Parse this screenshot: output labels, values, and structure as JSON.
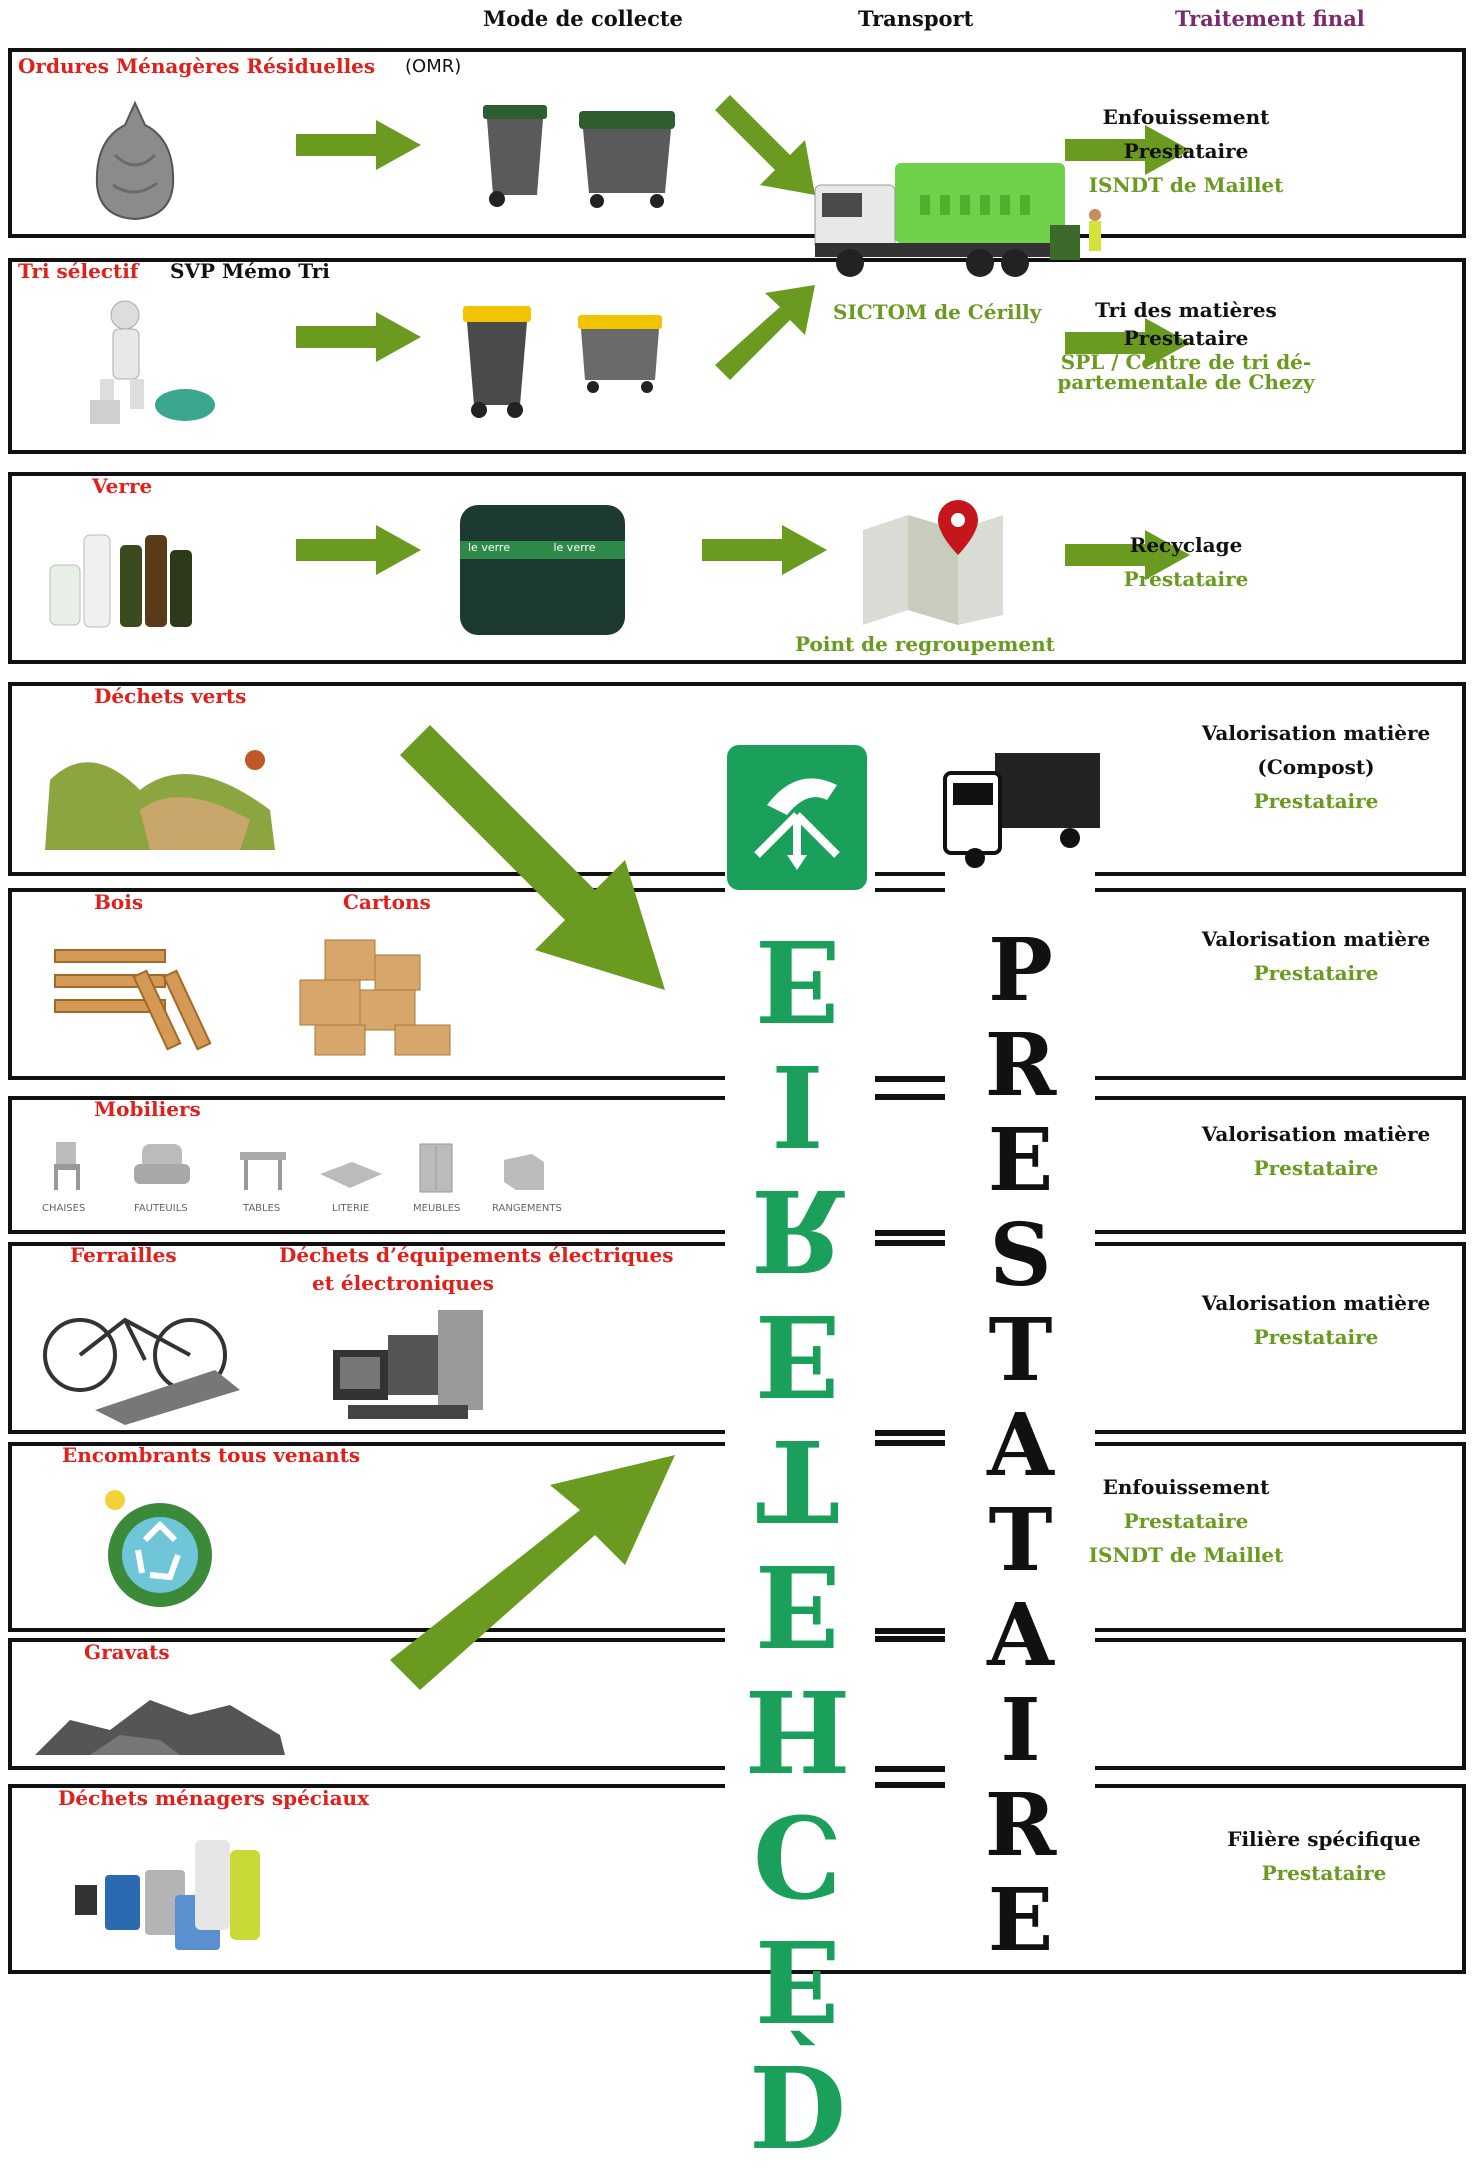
{
  "headers": {
    "collecte": "Mode de collecte",
    "transport": "Transport",
    "traitement": "Traitement final"
  },
  "omr": {
    "label": "Ordures Ménagères Résiduelles",
    "abbr": "(OMR)",
    "dest": [
      "Enfouissement",
      "Prestataire",
      "ISNDT de Maillet"
    ]
  },
  "tri": {
    "label": "Tri sélectif",
    "sub": "SVP Mémo Tri",
    "truck_label": "SICTOM de Cérilly",
    "dest": [
      "Tri des matières",
      "Prestataire",
      "SPL / Centre de tri dé-",
      "partementale de Chezy"
    ]
  },
  "verre": {
    "label": "Verre",
    "container_text": [
      "le verre",
      "le verre"
    ],
    "point": "Point de regroupement",
    "dest": [
      "Recyclage",
      "Prestataire"
    ]
  },
  "verts": {
    "label": "Déchets verts",
    "dest": [
      "Valorisation matière",
      "(Compost)",
      "Prestataire"
    ]
  },
  "bois": {
    "label": "Bois",
    "label2": "Cartons",
    "dest": [
      "Valorisation matière",
      "Prestataire"
    ]
  },
  "mobiliers": {
    "label": "Mobiliers",
    "items": [
      "CHAISES",
      "FAUTEUILS",
      "TABLES",
      "LITERIE",
      "MEUBLES",
      "RANGEMENTS"
    ],
    "dest": [
      "Valorisation matière",
      "Prestataire"
    ]
  },
  "ferrailles": {
    "label": "Ferrailles",
    "label2a": "Déchets d’équipements électriques",
    "label2b": "et électroniques",
    "dest": [
      "Valorisation matière",
      "Prestataire"
    ]
  },
  "encombrants": {
    "label": "Encombrants tous venants",
    "dest": [
      "Enfouissement",
      "Prestataire",
      "ISNDT de Maillet"
    ]
  },
  "gravats": {
    "label": "Gravats"
  },
  "dms": {
    "label": "Déchets ménagers spéciaux",
    "dest": [
      "Filière spécifique",
      "Prestataire"
    ]
  },
  "vertical": {
    "decheterie": "DÉCHETERIE",
    "prestataire": "PRESTATAIRE"
  },
  "colors": {
    "accent_green": "#6a9a1f",
    "label_red": "#e0201b",
    "header_purple": "#7a2b6b",
    "decheterie_green": "#1aa05a"
  }
}
